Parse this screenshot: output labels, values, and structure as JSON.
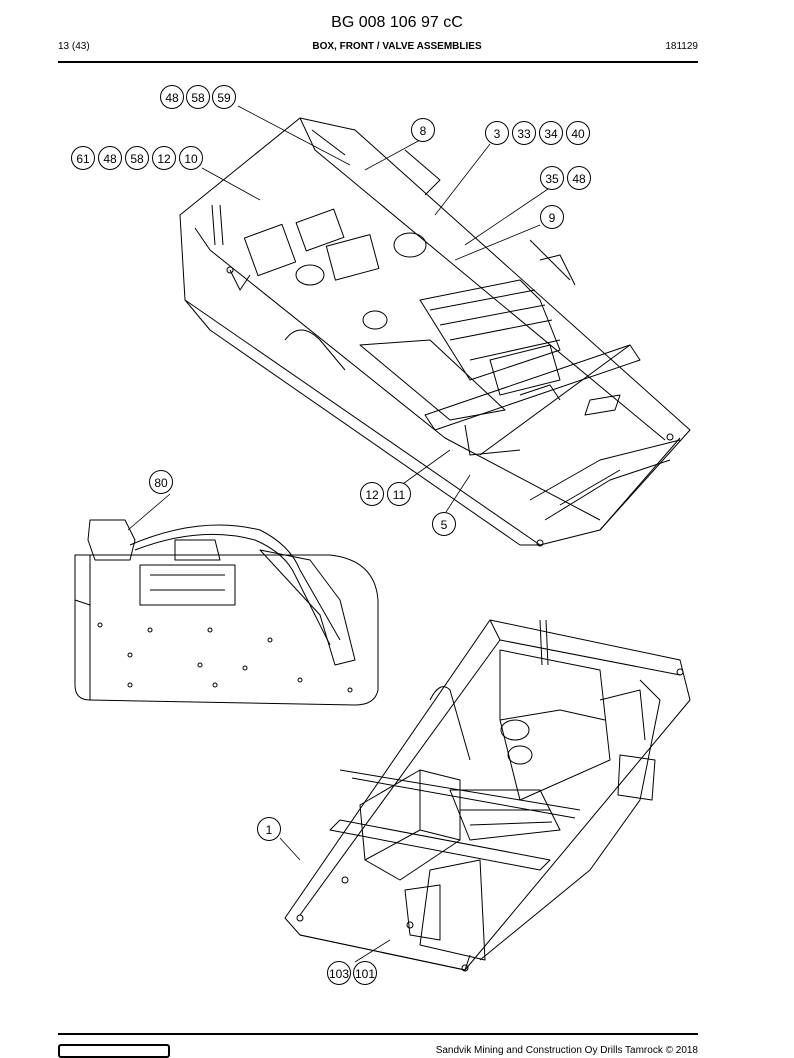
{
  "header": {
    "doc_id": "BG 008 106 97 cC",
    "page": "13 (43)",
    "section": "BOX, FRONT / VALVE ASSEMBLIES",
    "date": "181129"
  },
  "callouts": {
    "c_48a": "48",
    "c_58a": "58",
    "c_59": "59",
    "c_61": "61",
    "c_48b": "48",
    "c_58b": "58",
    "c_12a": "12",
    "c_10": "10",
    "c_8": "8",
    "c_3": "3",
    "c_33": "33",
    "c_34": "34",
    "c_40": "40",
    "c_35": "35",
    "c_48c": "48",
    "c_9": "9",
    "c_12b": "12",
    "c_11": "11",
    "c_5": "5",
    "c_80": "80",
    "c_1": "1",
    "c_103": "103",
    "c_101": "101"
  },
  "footer": {
    "copyright": "Sandvik Mining and Construction Oy Drills Tamrock © 2018"
  }
}
